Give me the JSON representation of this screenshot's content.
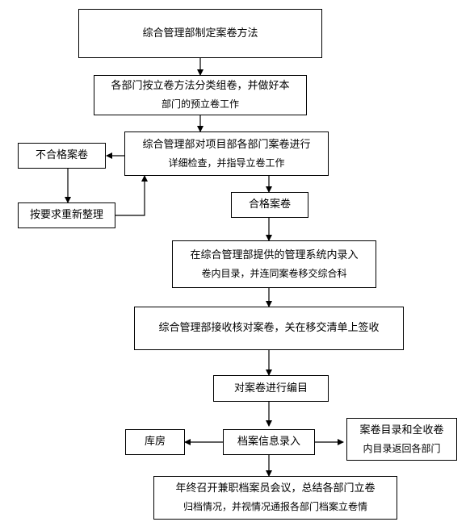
{
  "nodes": {
    "n1": [
      "综合管理部制定案卷方法"
    ],
    "n2": [
      "各部门按立卷方法分类组卷，并做好本",
      "部门的预立卷工作"
    ],
    "n3": [
      "综合管理部对项目部各部门案卷进行",
      "详细检查，并指导立卷工作"
    ],
    "n4": [
      "不合格案卷"
    ],
    "n5": [
      "按要求重新整理"
    ],
    "n6": [
      "合格案卷"
    ],
    "n7": [
      "在综合管理部提供的管理系统内录入",
      "卷内目录，并连同案卷移交综合科"
    ],
    "n8": [
      "综合管理部接收核对案卷，关在移交清单上签收"
    ],
    "n9": [
      "对案卷进行编目"
    ],
    "n10": [
      "档案信息录入"
    ],
    "n11": [
      "库房"
    ],
    "n12": [
      "案卷目录和全收卷",
      "内目录返回各部门"
    ],
    "n13": [
      "年终召开兼职档案员会议，总结各部门立卷",
      "归档情况，并视情况通报各部门档案立卷情"
    ]
  }
}
